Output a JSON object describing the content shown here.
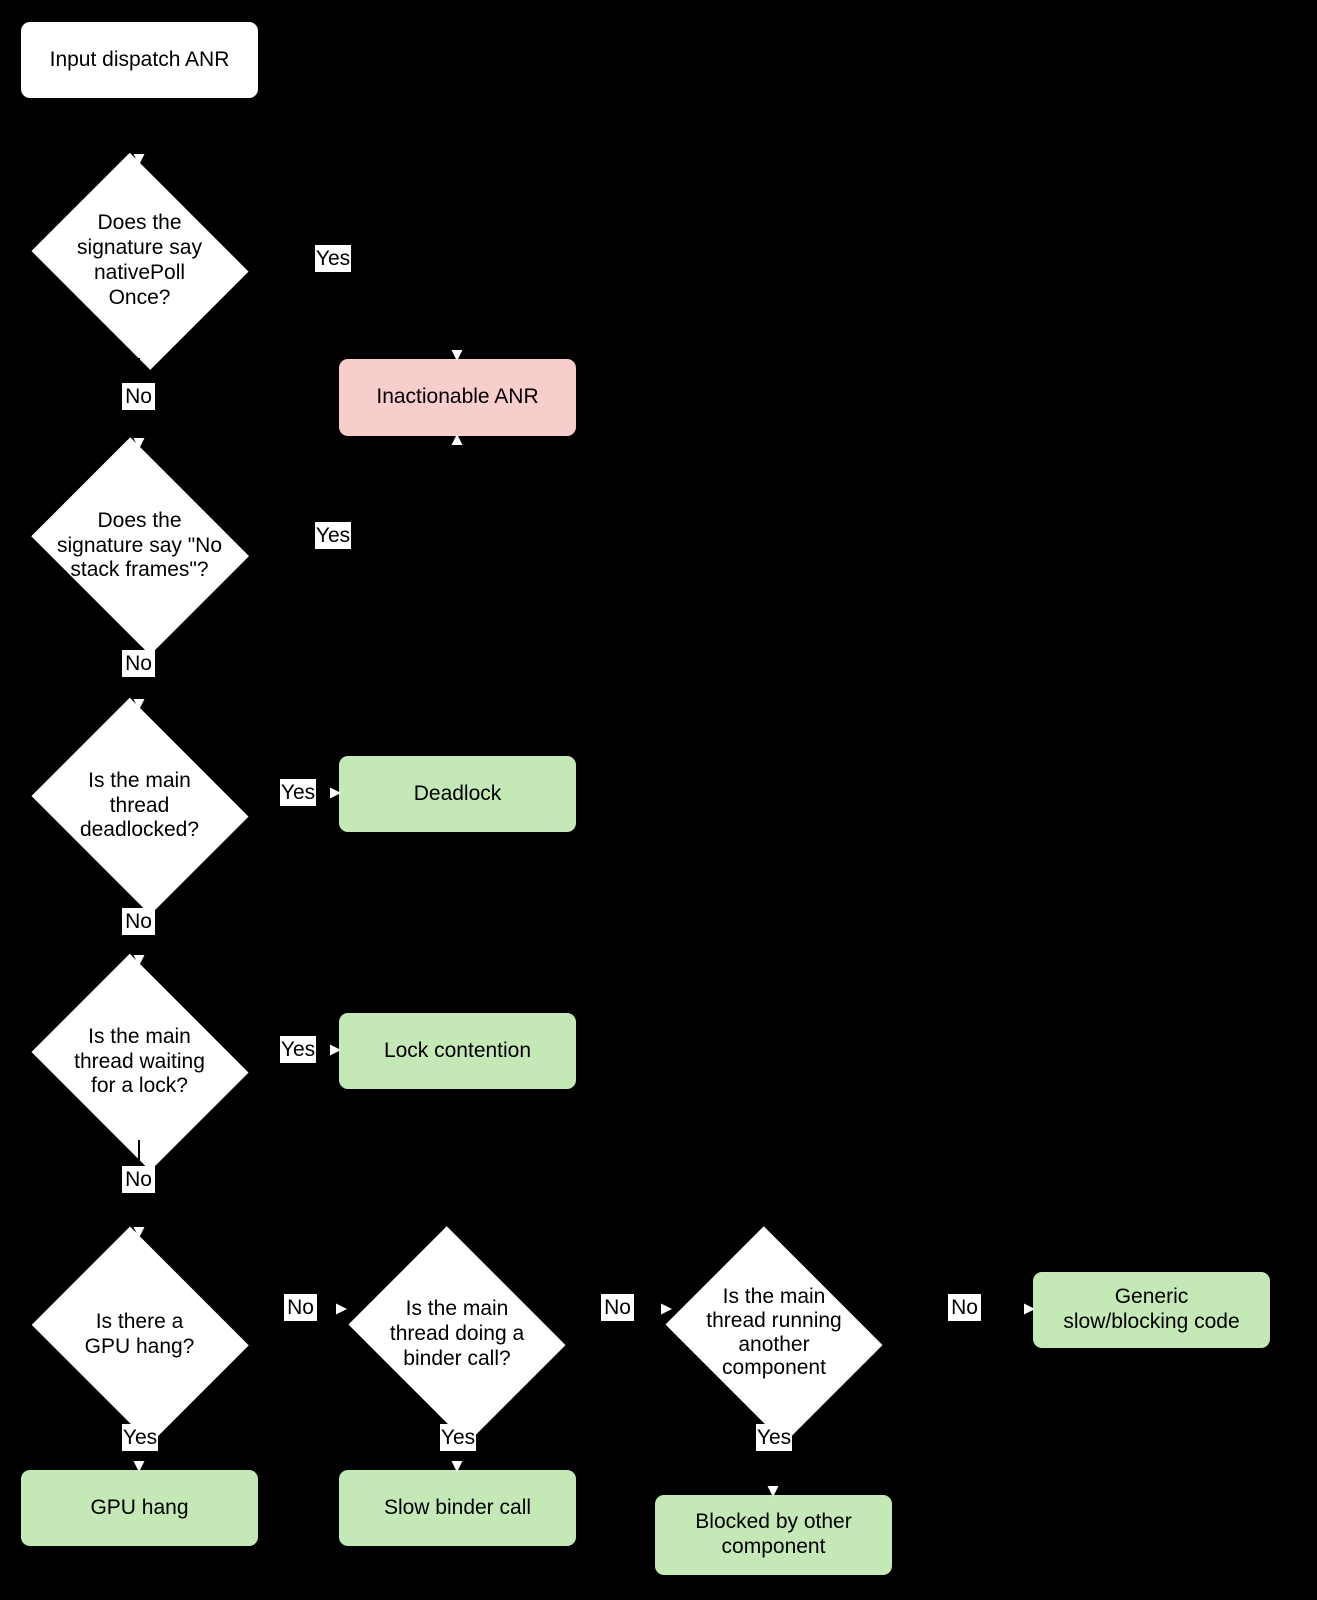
{
  "diagram": {
    "title": "Input dispatch ANR triage flowchart",
    "type": "flowchart",
    "background_color": "#000000",
    "colors": {
      "decision_fill": "#ffffff",
      "start_fill": "#ffffff",
      "inactionable_fill": "#f8cecc",
      "result_fill": "#c5e8b7",
      "text": "#000000",
      "edge": "#ffffff"
    },
    "nodes": {
      "start": {
        "label": "Input dispatch ANR",
        "shape": "rounded-rect",
        "fill": "#ffffff"
      },
      "d1": {
        "label": "Does the\nsignature say\nnativePoll\nOnce?",
        "shape": "diamond",
        "fill": "#ffffff"
      },
      "d2": {
        "label": "Does the\nsignature say \"No\nstack frames\"?",
        "shape": "diamond",
        "fill": "#ffffff"
      },
      "d3": {
        "label": "Is the main\nthread\ndeadlocked?",
        "shape": "diamond",
        "fill": "#ffffff"
      },
      "d4": {
        "label": "Is the main\nthread waiting\nfor a lock?",
        "shape": "diamond",
        "fill": "#ffffff"
      },
      "d5": {
        "label": "Is there a\nGPU hang?",
        "shape": "diamond",
        "fill": "#ffffff"
      },
      "d6": {
        "label": "Is the main\nthread doing a\nbinder call?",
        "shape": "diamond",
        "fill": "#ffffff"
      },
      "d7": {
        "label": "Is the main\nthread running\nanother\ncomponent",
        "shape": "diamond",
        "fill": "#ffffff"
      },
      "r_inactionable": {
        "label": "Inactionable ANR",
        "shape": "rounded-rect",
        "fill": "#f8cecc"
      },
      "r_deadlock": {
        "label": "Deadlock",
        "shape": "rounded-rect",
        "fill": "#c5e8b7"
      },
      "r_lock": {
        "label": "Lock contention",
        "shape": "rounded-rect",
        "fill": "#c5e8b7"
      },
      "r_gpu": {
        "label": "GPU hang",
        "shape": "rounded-rect",
        "fill": "#c5e8b7"
      },
      "r_binder": {
        "label": "Slow binder call",
        "shape": "rounded-rect",
        "fill": "#c5e8b7"
      },
      "r_blocked": {
        "label": "Blocked by other\ncomponent",
        "shape": "rounded-rect",
        "fill": "#c5e8b7"
      },
      "r_generic": {
        "label": "Generic\nslow/blocking code",
        "shape": "rounded-rect",
        "fill": "#c5e8b7"
      }
    },
    "edge_labels": {
      "d1_yes": "Yes",
      "d1_no": "No",
      "d2_yes": "Yes",
      "d2_no": "No",
      "d3_yes": "Yes",
      "d3_no": "No",
      "d4_yes": "Yes",
      "d4_no": "No",
      "d5_yes": "Yes",
      "d5_no": "No",
      "d6_yes": "Yes",
      "d6_no": "No",
      "d7_yes": "Yes",
      "d7_no": "No"
    },
    "edges": [
      {
        "from": "start",
        "to": "d1",
        "label": ""
      },
      {
        "from": "d1",
        "to": "r_inactionable",
        "label": "Yes"
      },
      {
        "from": "d1",
        "to": "d2",
        "label": "No"
      },
      {
        "from": "d2",
        "to": "r_inactionable",
        "label": "Yes"
      },
      {
        "from": "d2",
        "to": "d3",
        "label": "No"
      },
      {
        "from": "d3",
        "to": "r_deadlock",
        "label": "Yes"
      },
      {
        "from": "d3",
        "to": "d4",
        "label": "No"
      },
      {
        "from": "d4",
        "to": "r_lock",
        "label": "Yes"
      },
      {
        "from": "d4",
        "to": "d5",
        "label": "No"
      },
      {
        "from": "d5",
        "to": "r_gpu",
        "label": "Yes"
      },
      {
        "from": "d5",
        "to": "d6",
        "label": "No"
      },
      {
        "from": "d6",
        "to": "r_binder",
        "label": "Yes"
      },
      {
        "from": "d6",
        "to": "d7",
        "label": "No"
      },
      {
        "from": "d7",
        "to": "r_blocked",
        "label": "Yes"
      },
      {
        "from": "d7",
        "to": "r_generic",
        "label": "No"
      }
    ]
  }
}
